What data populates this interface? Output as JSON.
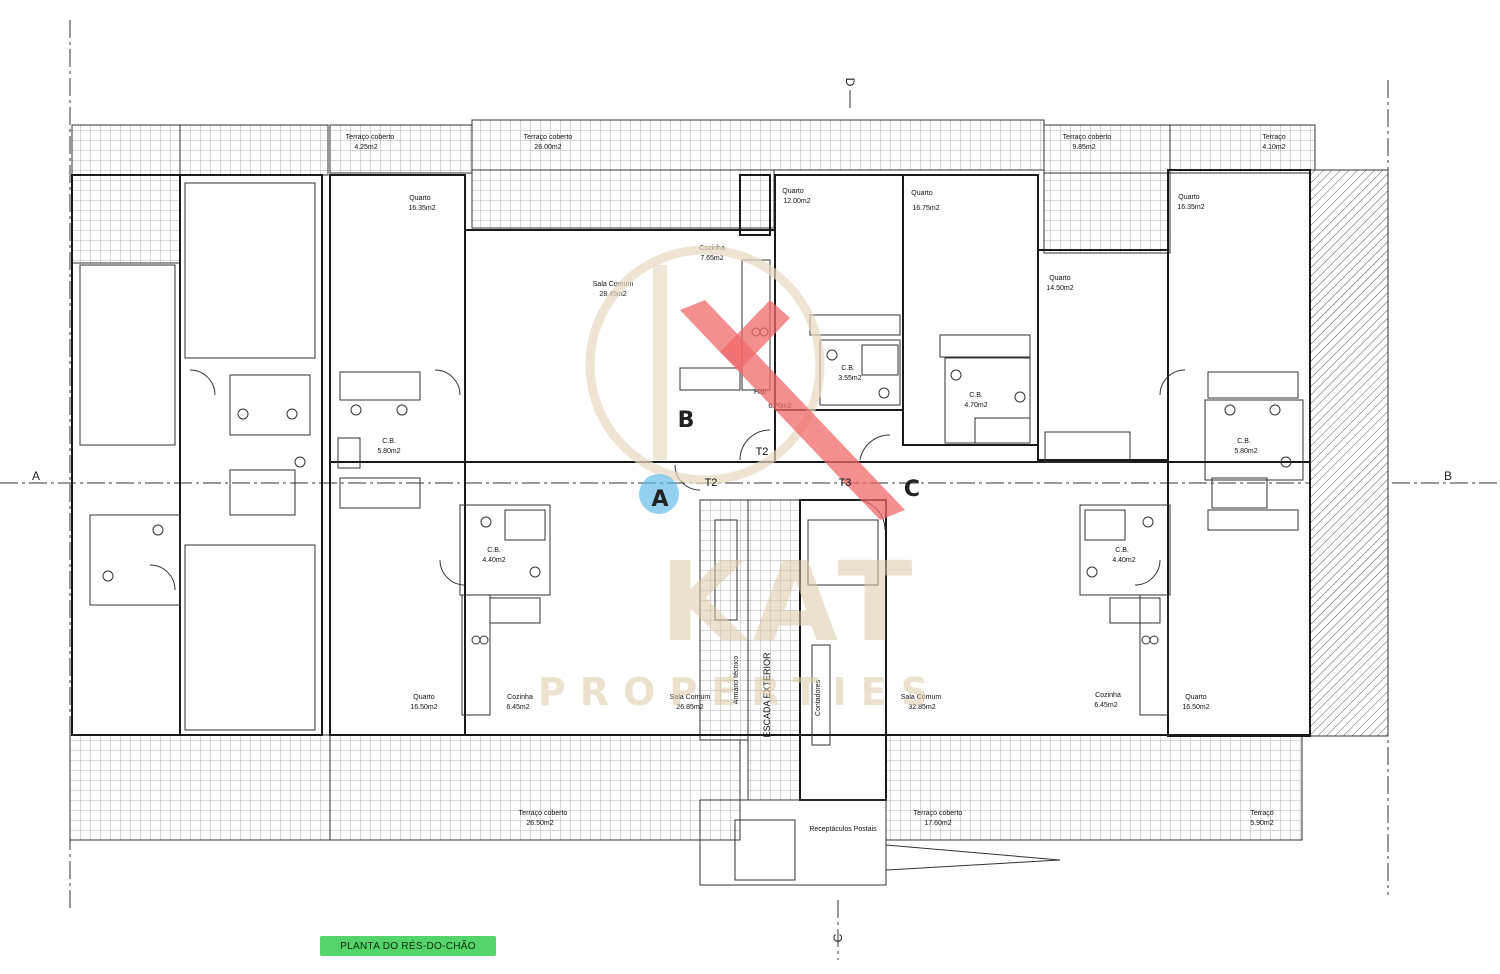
{
  "plan": {
    "caption": "PLANTA DO RÉS-DO-CHÃO",
    "section_markers": {
      "left": "A",
      "right": "B",
      "top": "D",
      "bottom": "C"
    },
    "unit_markers": {
      "a": "A",
      "b": "B",
      "c": "C"
    },
    "typology_labels": {
      "t2_left": "T2",
      "t2_center": "T2",
      "t3": "T3"
    },
    "watermark": {
      "brand": "KAT",
      "tagline": "PROPERTIES"
    },
    "colors": {
      "marker_a_highlight": "#5bb8e8",
      "caption_highlight": "#55d46a",
      "watermark_red": "#f06a6a",
      "watermark_gold": "#d8c8a6"
    },
    "rooms": {
      "terraco_1": {
        "name": "Terraço coberto",
        "area": "4.25m2"
      },
      "terraco_2": {
        "name": "Terraço coberto",
        "area": "26.00m2"
      },
      "terraco_3": {
        "name": "Terraço coberto",
        "area": "9.85m2"
      },
      "terraco_4": {
        "name": "Terraço",
        "area": "4.10m2"
      },
      "quarto_1": {
        "name": "Quarto",
        "area": "16.35m2"
      },
      "cozinha_1": {
        "name": "Cozinha",
        "area": "7.65m2"
      },
      "sala_1": {
        "name": "Sala Comum",
        "area": "28.45m2"
      },
      "quarto_2": {
        "name": "Quarto",
        "area": "12.00m2"
      },
      "quarto_3": {
        "name": "Quarto",
        "area": "16.75m2"
      },
      "quarto_4": {
        "name": "Quarto",
        "area": "16.35m2"
      },
      "quarto_5": {
        "name": "Quarto",
        "area": "14.50m2"
      },
      "cb_1": {
        "name": "C.B.",
        "area": "3.55m2"
      },
      "cb_2": {
        "name": "C.B.",
        "area": "4.70m2"
      },
      "hall_1": {
        "name": "Hall",
        "area": "6.70m2"
      },
      "cb_3": {
        "name": "C.B.",
        "area": "5.80m2"
      },
      "cb_4": {
        "name": "C.B.",
        "area": "5.80m2"
      },
      "cb_5": {
        "name": "C.B.",
        "area": "4.40m2"
      },
      "cb_6": {
        "name": "C.B.",
        "area": "4.40m2"
      },
      "quarto_6": {
        "name": "Quarto",
        "area": "16.50m2"
      },
      "cozinha_2": {
        "name": "Cozinha",
        "area": "6.45m2"
      },
      "sala_2": {
        "name": "Sala Comum",
        "area": "26.85m2"
      },
      "sala_3": {
        "name": "Sala Comum",
        "area": "32.85m2"
      },
      "cozinha_3": {
        "name": "Cozinha",
        "area": "6.45m2"
      },
      "quarto_7": {
        "name": "Quarto",
        "area": "16.50m2"
      },
      "terraco_5": {
        "name": "Terraço coberto",
        "area": "26.50m2"
      },
      "terraco_6": {
        "name": "Terraço coberto",
        "area": "17.60m2"
      },
      "terraco_7": {
        "name": "Terraço",
        "area": "5.90m2"
      }
    },
    "core_labels": {
      "armario": "Armário técnico",
      "escada": "ESCADA EXTERIOR",
      "contadores": "Contadores",
      "recept": "Receptáculos Postais"
    }
  }
}
